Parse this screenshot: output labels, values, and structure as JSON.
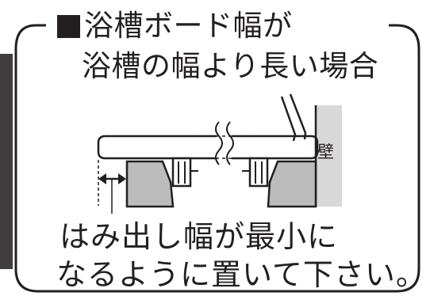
{
  "notice": {
    "heading_marker": "■",
    "heading_line1": "浴槽ボード幅が",
    "heading_line2": "浴槽の幅より長い場合",
    "caption_line1": "はみ出し幅が最小に",
    "caption_line2": "なるように置いて下さい。"
  },
  "diagram": {
    "wall_label": "壁"
  },
  "colors": {
    "ink": "#231f20",
    "tub_gray": "#bdbcbc",
    "wall_gray": "#d9d8d8",
    "left_bar": "#3f3d3e"
  }
}
